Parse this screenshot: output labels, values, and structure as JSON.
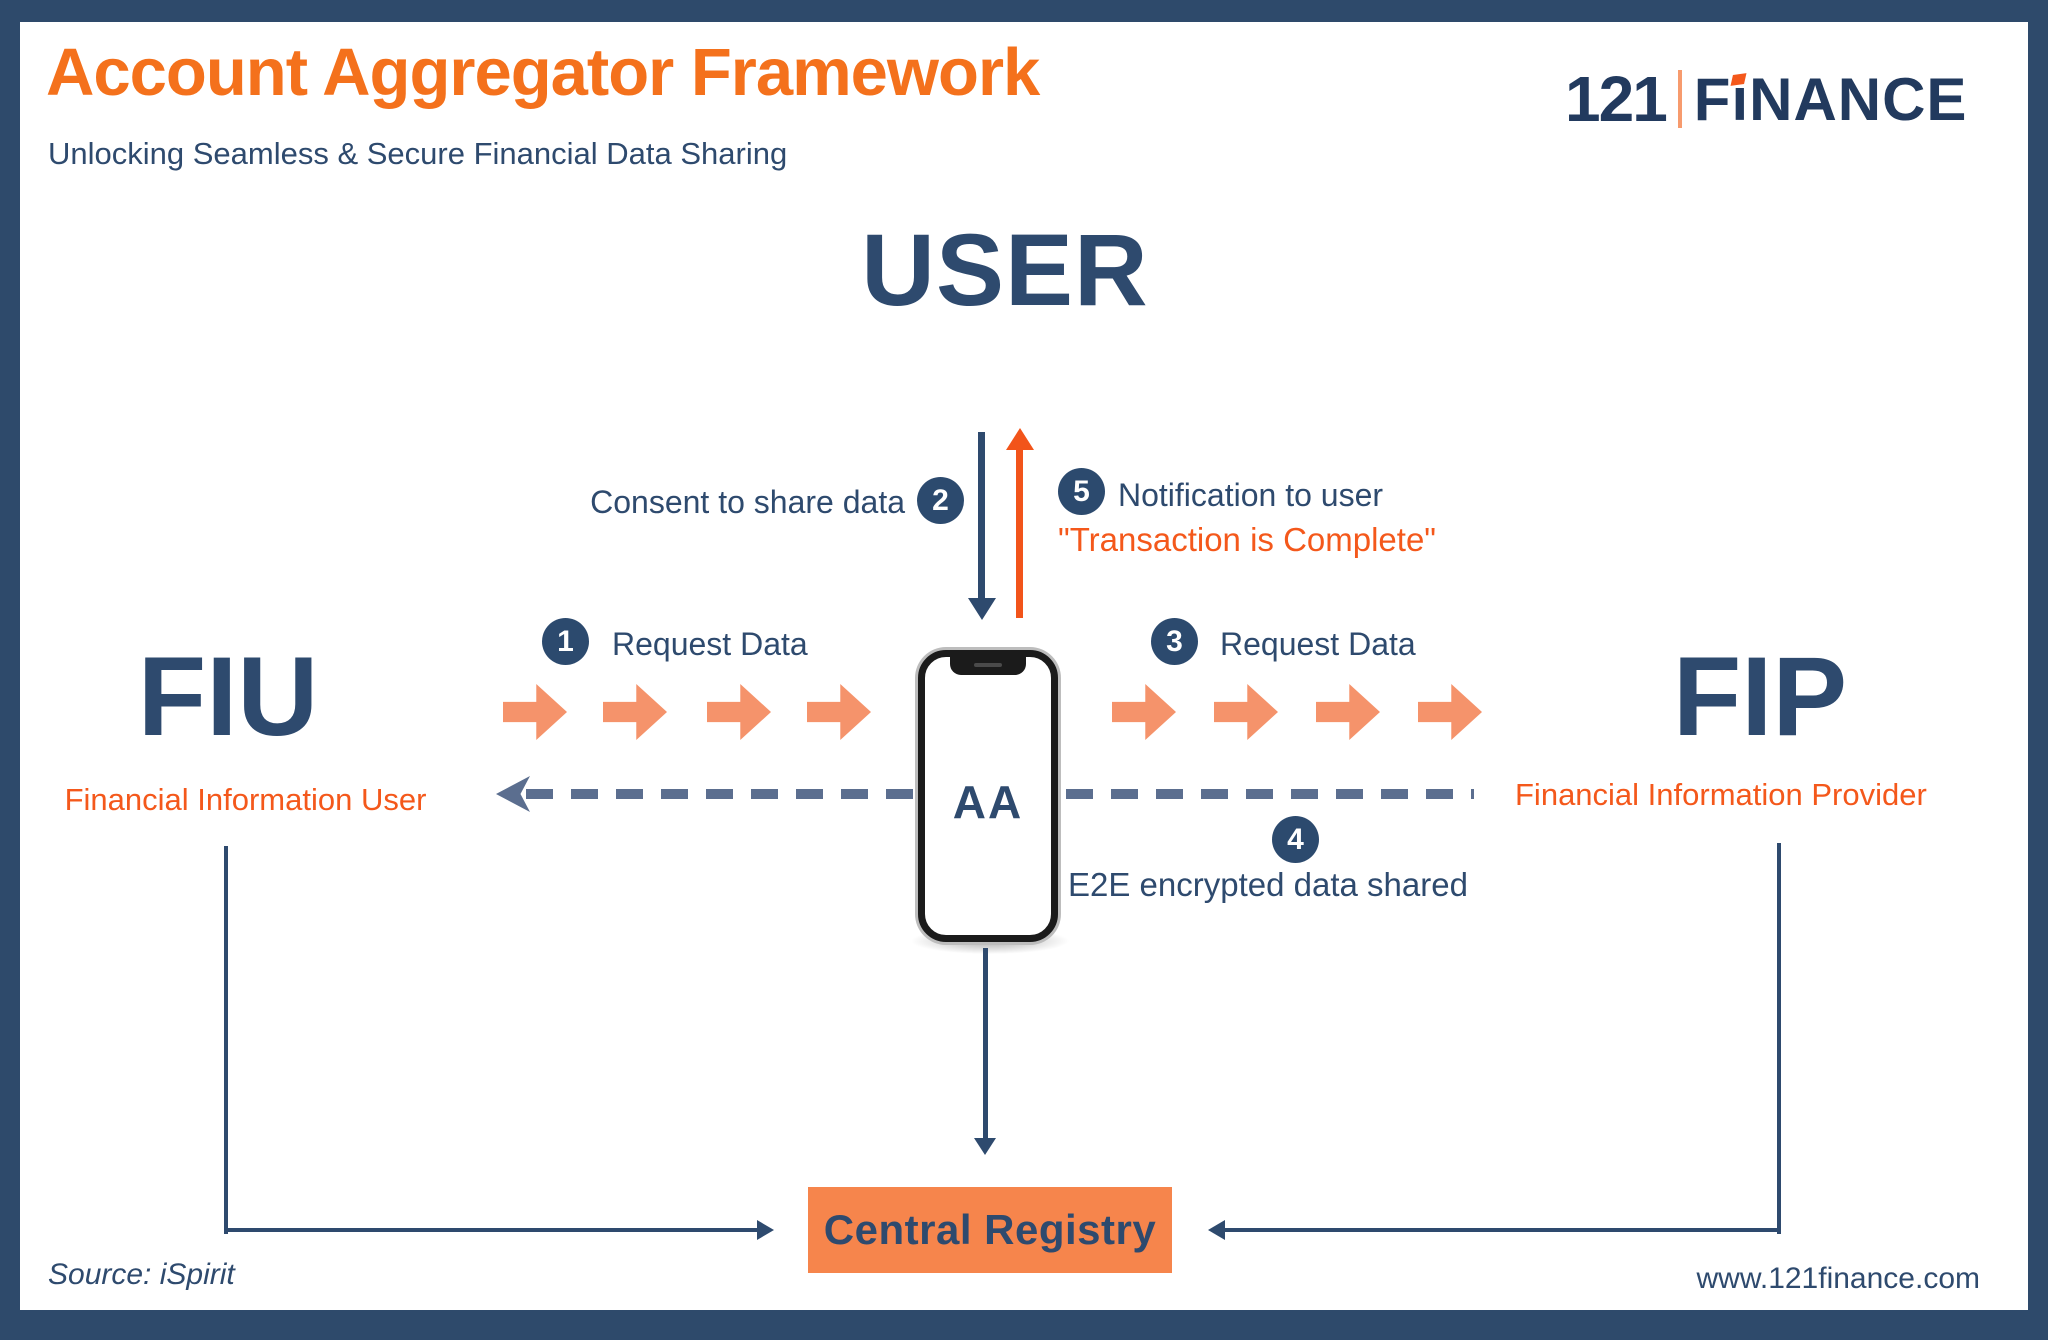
{
  "header": {
    "title": "Account Aggregator Framework",
    "subtitle": "Unlocking Seamless & Secure Financial Data Sharing",
    "logo_number": "121",
    "logo_f": "F",
    "logo_i": "i",
    "logo_rest": "NANCE"
  },
  "entities": {
    "user": "USER",
    "fiu": "FIU",
    "fiu_full": "Financial Information User",
    "fip": "FIP",
    "fip_full": "Financial Information Provider",
    "aa": "AA",
    "central_registry": "Central Registry"
  },
  "steps": [
    {
      "num": "1",
      "label": "Request Data"
    },
    {
      "num": "2",
      "label": "Consent to share data"
    },
    {
      "num": "3",
      "label": "Request Data"
    },
    {
      "num": "4",
      "label": "E2E encrypted data shared"
    },
    {
      "num": "5",
      "label": "Notification to user",
      "sublabel": "\"Transaction is Complete\""
    }
  ],
  "footer": {
    "source": "Source: iSpirit",
    "website": "www.121finance.com"
  },
  "colors": {
    "navy": "#2E4A6E",
    "border_navy": "#2E4A6B",
    "title_orange": "#F4711C",
    "bright_orange": "#F4581B",
    "arrow_salmon": "#F5936B",
    "dash_slate": "#5B6E8F",
    "registry_fill": "#F6854C",
    "up_arrow_orange": "#F2541A"
  }
}
